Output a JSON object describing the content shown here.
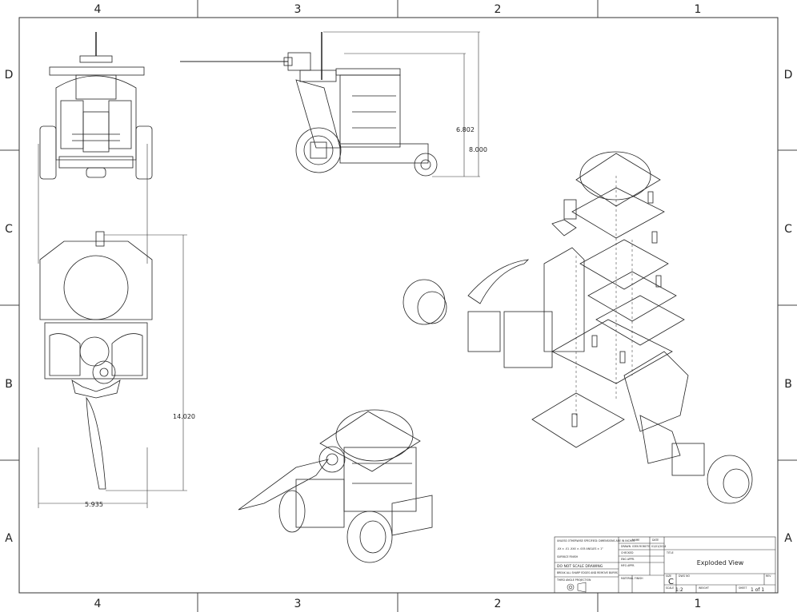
{
  "border": {
    "top_columns": [
      "4",
      "3",
      "2",
      "1"
    ],
    "bottom_columns": [
      "4",
      "3",
      "2",
      "1"
    ],
    "left_rows": [
      "D",
      "C",
      "B",
      "A"
    ],
    "right_rows": [
      "D",
      "C",
      "B",
      "A"
    ]
  },
  "dimensions": {
    "height_short": "6.802",
    "height_tall": "8.000",
    "length": "14.020",
    "width": "5.935"
  },
  "title_block": {
    "unless_note": "UNLESS OTHERWISE SPECIFIED: DIMENSIONS ARE IN INCHES",
    "tolerance_note": ".XX ± .01  .XXX ± .005  ANGLES ± 1°",
    "surface_note": "SURFACE FINISH",
    "do_not_scale": "DO NOT SCALE DRAWING",
    "break_note": "BREAK ALL SHARP EDGES AND REMOVE BURRS",
    "projection_label": "THIRD ANGLE PROJECTION",
    "material_label": "MATERIAL",
    "finish_label": "FINISH",
    "name_header": "NAME",
    "date_header": "DATE",
    "drawn_label": "DRAWN",
    "drawn_name": "IOEN ROBOTS",
    "drawn_date": "01/01/2024",
    "checked_label": "CHECKED",
    "eng_appr_label": "ENG APPR.",
    "mfg_appr_label": "MFG APPR.",
    "title_label": "TITLE",
    "title": "Exploded View",
    "size_label": "SIZE",
    "size": "C",
    "dwg_label": "DWG NO",
    "rev_label": "REV",
    "scale_label": "SCALE",
    "scale": "1:2",
    "weight_label": "WEIGHT",
    "sheet_label": "SHEET",
    "sheet": "1 of 1"
  }
}
